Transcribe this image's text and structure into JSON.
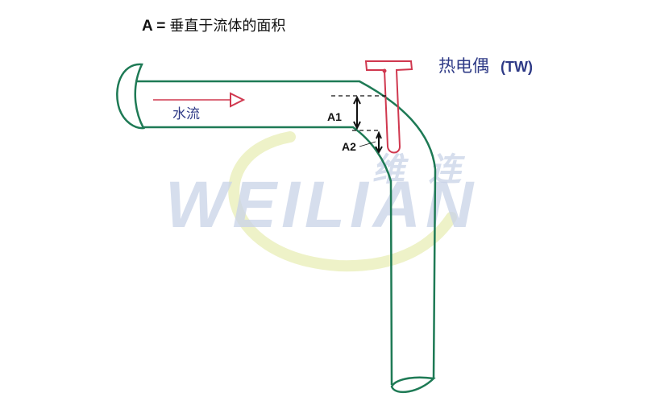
{
  "title": {
    "key": "A =",
    "text": "垂直于流体的面积"
  },
  "thermowell": {
    "label": "热电偶",
    "code": "(TW)"
  },
  "flow": {
    "label": "水流"
  },
  "dimensions": {
    "a1": "A1",
    "a2": "A2"
  },
  "watermark": {
    "latin": "WEILIAN",
    "chinese": "维连"
  },
  "colors": {
    "pipe": "#1e7a55",
    "thermowell": "#d0384f",
    "label": "#2e3a86",
    "watermark": "#c9d3e8",
    "watermark_swoosh": "#eef2c8"
  }
}
